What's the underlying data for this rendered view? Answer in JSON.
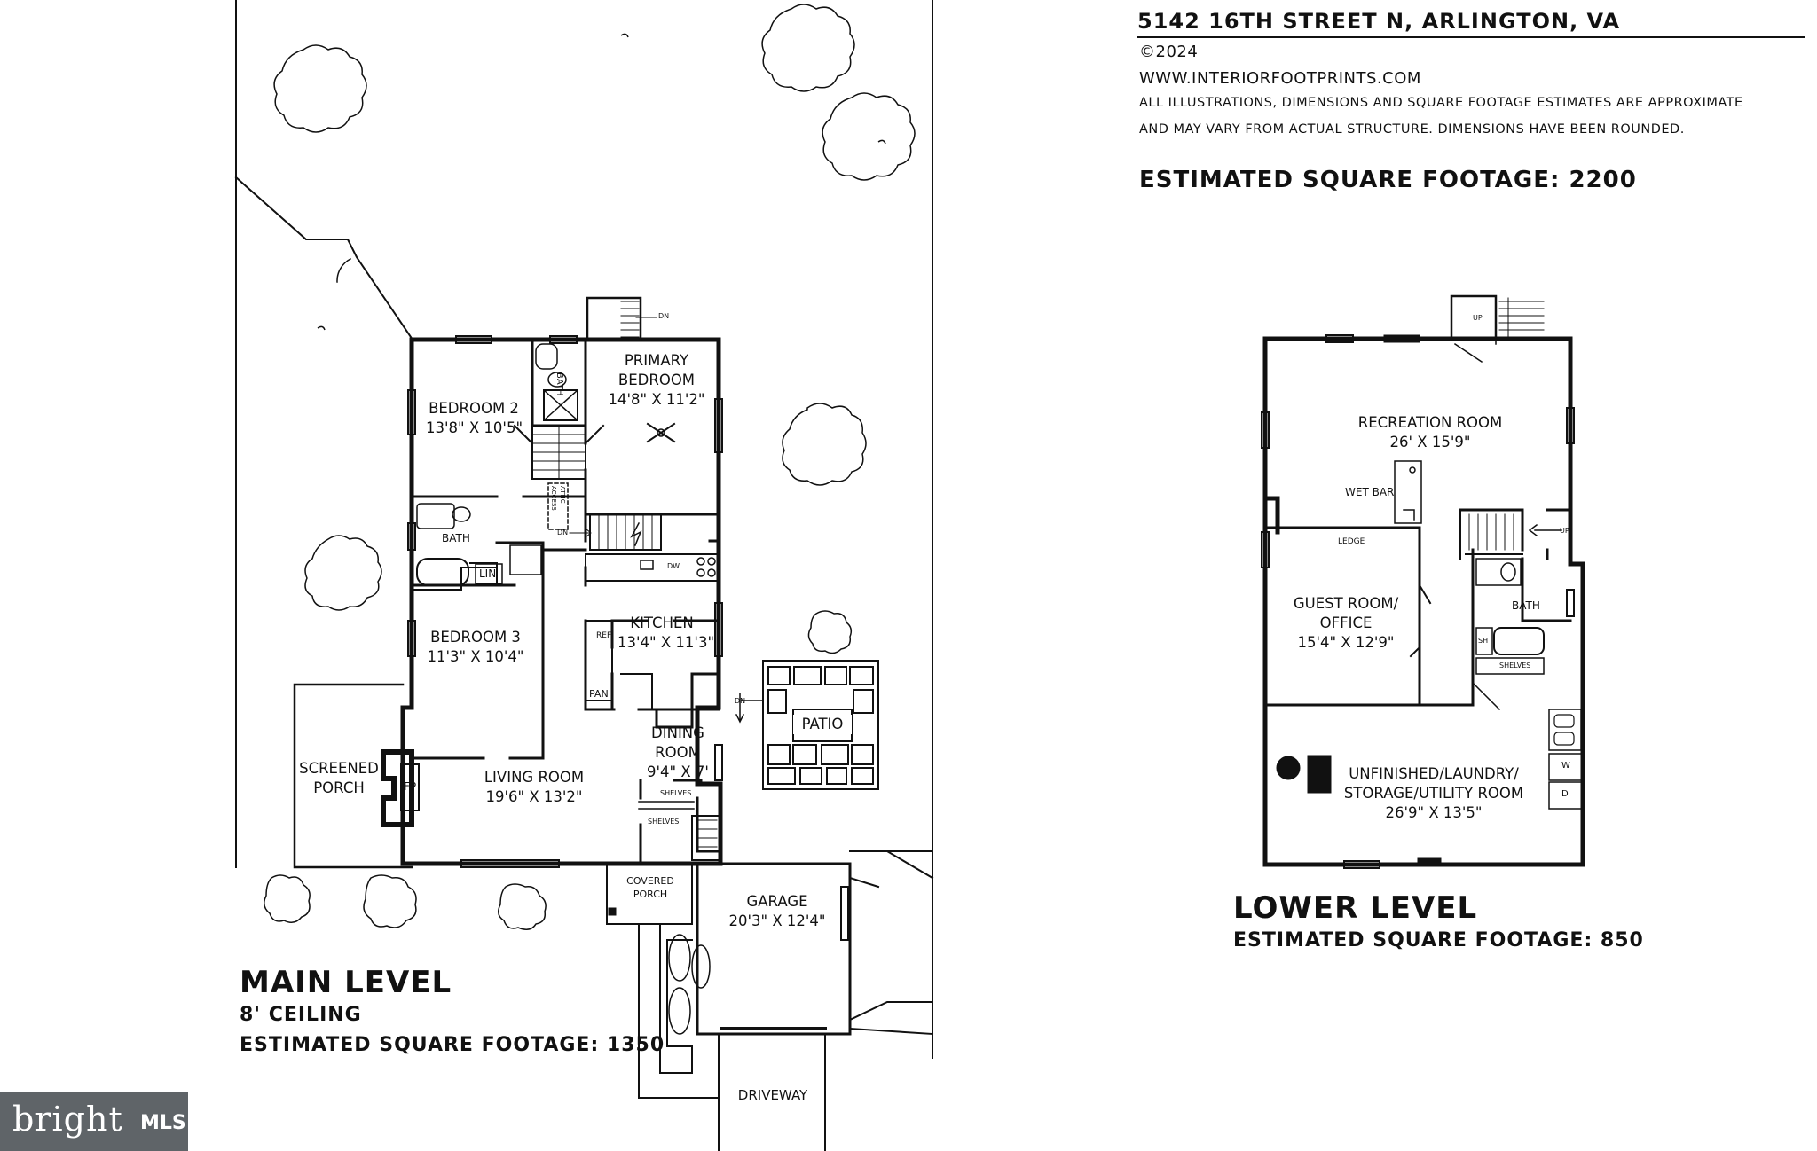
{
  "header": {
    "address": "5142 16TH STREET N, ARLINGTON, VA",
    "copyright": "©2024",
    "website": "WWW.INTERIORFOOTPRINTS.COM",
    "disclaimer_line1": "ALL ILLUSTRATIONS, DIMENSIONS AND SQUARE FOOTAGE ESTIMATES ARE APPROXIMATE",
    "disclaimer_line2": "AND MAY VARY FROM ACTUAL STRUCTURE. DIMENSIONS HAVE BEEN ROUNDED.",
    "total_sqft": "ESTIMATED SQUARE FOOTAGE: 2200"
  },
  "main_level": {
    "title": "MAIN LEVEL",
    "ceiling": "8' CEILING",
    "sqft": "ESTIMATED SQUARE FOOTAGE: 1350",
    "rooms": {
      "bedroom2": {
        "name": "BEDROOM 2",
        "dims": "13'8\" X 10'5\""
      },
      "primary_bedroom": {
        "name": "PRIMARY",
        "name2": "BEDROOM",
        "dims": "14'8\" X 11'2\""
      },
      "bedroom3": {
        "name": "BEDROOM 3",
        "dims": "11'3\" X 10'4\""
      },
      "kitchen": {
        "name": "KITCHEN",
        "dims": "13'4\" X 11'3\""
      },
      "dining_room": {
        "name": "DINING",
        "name2": "ROOM",
        "dims": "9'4\" X 7'"
      },
      "living_room": {
        "name": "LIVING ROOM",
        "dims": "19'6\" X 13'2\""
      },
      "screened_porch": {
        "name": "SCREENED",
        "name2": "PORCH"
      },
      "garage": {
        "name": "GARAGE",
        "dims": "20'3\" X 12'4\""
      },
      "patio": {
        "name": "PATIO"
      },
      "covered_porch": {
        "name": "COVERED",
        "name2": "PORCH"
      },
      "driveway": {
        "name": "DRIVEWAY"
      }
    },
    "labels": {
      "bath": "BATH",
      "bath_primary": "BATH",
      "lin": "LIN",
      "fp": "FP",
      "pan": "PAN",
      "ref": "REF",
      "dw": "DW",
      "dn_top": "DN",
      "dn_stair": "DN",
      "dn_patio": "DN",
      "attic": "ATTIC",
      "access": "ACCESS",
      "shelves1": "SHELVES",
      "shelves2": "SHELVES"
    }
  },
  "lower_level": {
    "title": "LOWER LEVEL",
    "sqft": "ESTIMATED SQUARE FOOTAGE: 850",
    "rooms": {
      "recreation_room": {
        "name": "RECREATION ROOM",
        "dims": "26' X 15'9\""
      },
      "guest_room": {
        "name": "GUEST ROOM/",
        "name2": "OFFICE",
        "dims": "15'4\" X 12'9\""
      },
      "utility_room": {
        "name": "UNFINISHED/LAUNDRY/",
        "name2": "STORAGE/UTILITY ROOM",
        "dims": "26'9\" X 13'5\""
      },
      "bath": {
        "name": "BATH"
      }
    },
    "labels": {
      "wet_bar": "WET BAR",
      "ledge": "LEDGE",
      "up_top": "UP",
      "up_stair": "UP",
      "sh": "SH",
      "shelves": "SHELVES",
      "w": "W",
      "d": "D"
    }
  },
  "logo": {
    "brand": "bright",
    "suffix": "MLS"
  }
}
